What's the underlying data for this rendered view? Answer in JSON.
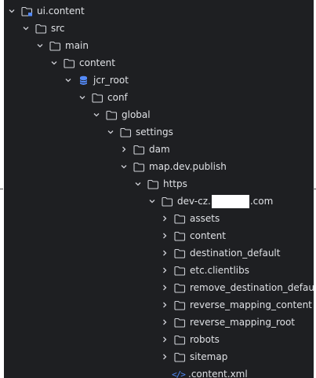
{
  "tree": {
    "items": [
      {
        "label": "ui.content",
        "expanded": true,
        "icon": "module-folder-icon"
      },
      {
        "label": "src",
        "expanded": true,
        "icon": "folder-icon"
      },
      {
        "label": "main",
        "expanded": true,
        "icon": "folder-icon"
      },
      {
        "label": "content",
        "expanded": true,
        "icon": "folder-icon"
      },
      {
        "label": "jcr_root",
        "expanded": true,
        "icon": "database-icon"
      },
      {
        "label": "conf",
        "expanded": true,
        "icon": "folder-icon"
      },
      {
        "label": "global",
        "expanded": true,
        "icon": "folder-icon"
      },
      {
        "label": "settings",
        "expanded": true,
        "icon": "folder-icon"
      },
      {
        "label": "dam",
        "expanded": false,
        "icon": "folder-icon"
      },
      {
        "label": "map.dev.publish",
        "expanded": true,
        "icon": "folder-icon"
      },
      {
        "label": "https",
        "expanded": true,
        "icon": "folder-icon"
      },
      {
        "label_prefix": "dev-cz.",
        "label_suffix": ".com",
        "expanded": true,
        "icon": "folder-icon",
        "redacted": true
      },
      {
        "label": "assets",
        "expanded": false,
        "icon": "folder-icon"
      },
      {
        "label": "content",
        "expanded": false,
        "icon": "folder-icon"
      },
      {
        "label": "destination_default",
        "expanded": false,
        "icon": "folder-icon"
      },
      {
        "label": "etc.clientlibs",
        "expanded": false,
        "icon": "folder-icon"
      },
      {
        "label": "remove_destination_default",
        "expanded": false,
        "icon": "folder-icon"
      },
      {
        "label": "reverse_mapping_content",
        "expanded": false,
        "icon": "folder-icon"
      },
      {
        "label": "reverse_mapping_root",
        "expanded": false,
        "icon": "folder-icon"
      },
      {
        "label": "robots",
        "expanded": false,
        "icon": "folder-icon"
      },
      {
        "label": "sitemap",
        "expanded": false,
        "icon": "folder-icon"
      },
      {
        "label": ".content.xml",
        "icon": "xml-file-icon"
      }
    ]
  },
  "colors": {
    "background": "#1e1f22",
    "text": "#dfe1e5",
    "icon": "#ced0d6",
    "accent": "#548af7"
  }
}
